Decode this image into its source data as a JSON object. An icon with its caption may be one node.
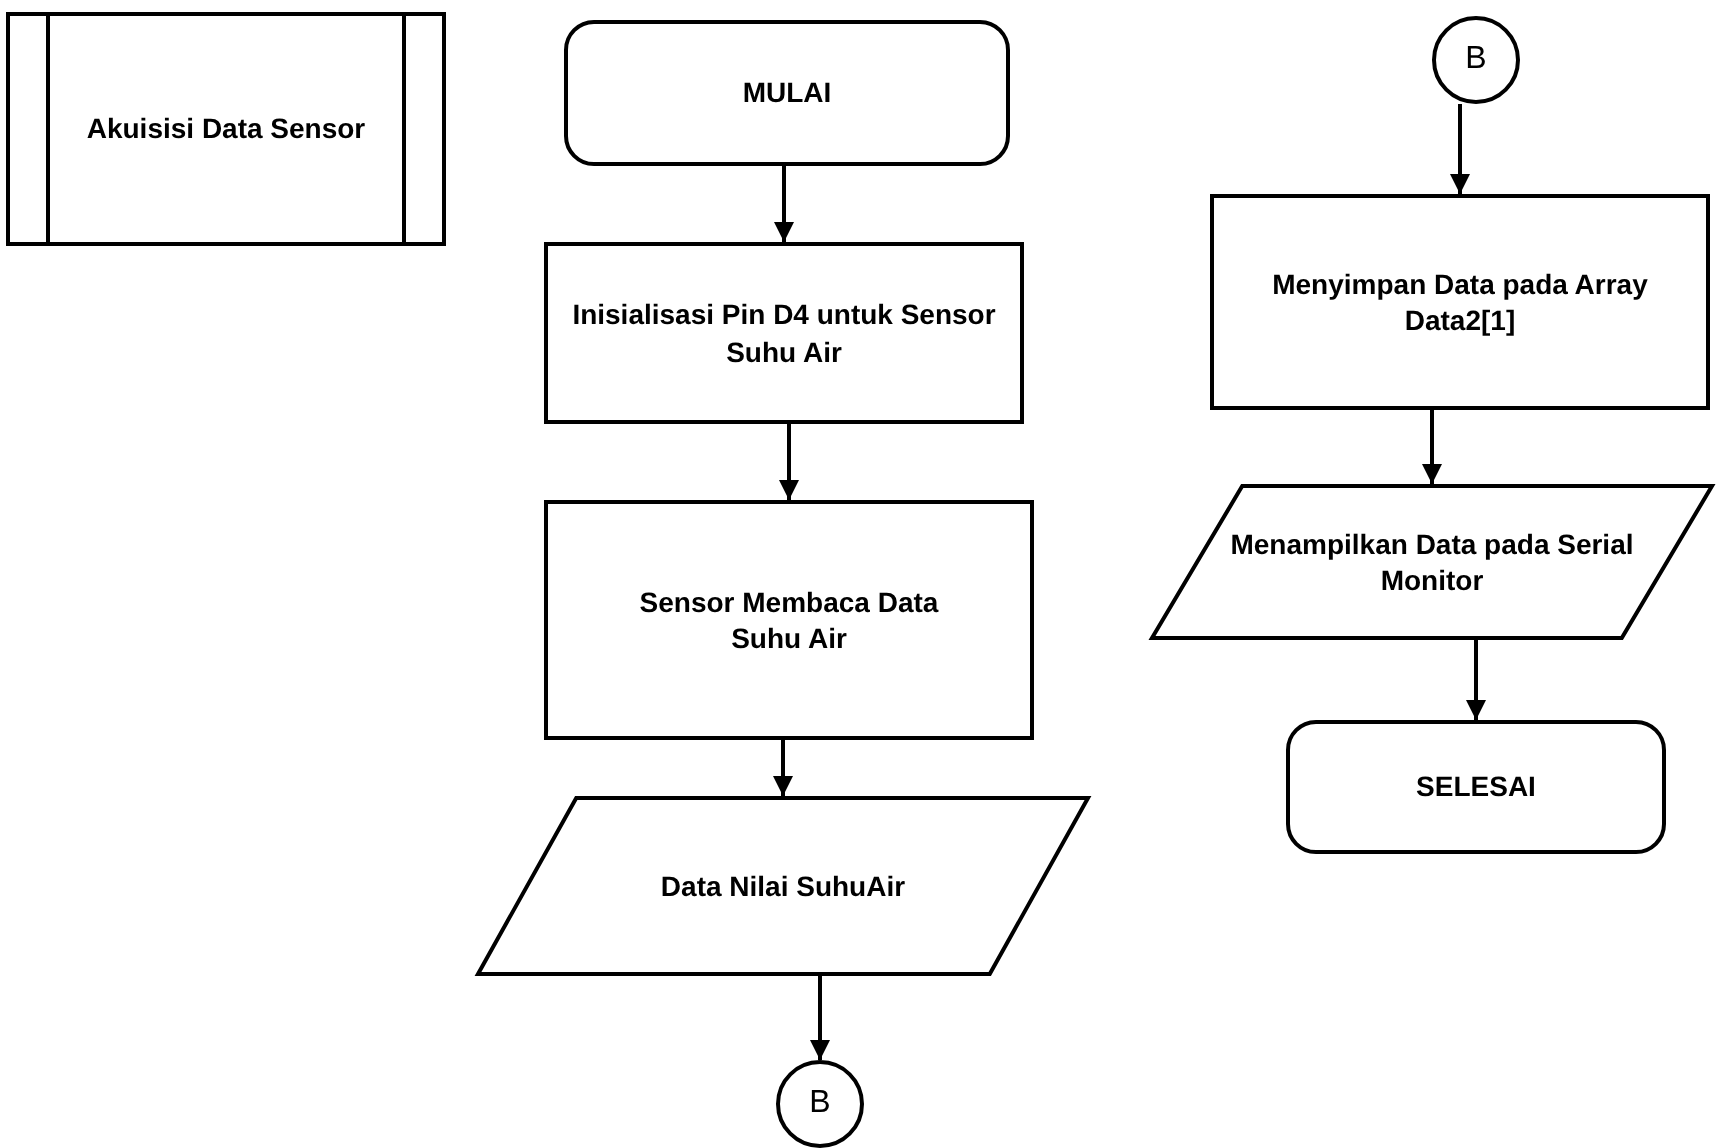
{
  "diagram": {
    "nodes": [
      {
        "text": [
          "Akuisisi Data Sensor"
        ]
      },
      {
        "text": [
          "MULAI"
        ]
      },
      {
        "text": [
          "Inisialisasi Pin D4 untuk Sensor Suhu Air"
        ]
      },
      {
        "text": [
          "Sensor Membaca Data Suhu Air"
        ]
      },
      {
        "text": [
          "Data Nilai SuhuAir"
        ]
      },
      {
        "text": [
          "B"
        ]
      },
      {
        "text": [
          "B"
        ]
      },
      {
        "text": [
          "Menyimpan Data pada Array Data2[1]"
        ]
      },
      {
        "text": [
          "Menampilkan Data pada Serial Monitor"
        ]
      },
      {
        "text": [
          "SELESAI"
        ]
      }
    ],
    "edges": [
      {
        "from": 1,
        "to": 2,
        "arrow": "to"
      },
      {
        "from": 2,
        "to": 3,
        "arrow": "to"
      },
      {
        "from": 3,
        "to": 4,
        "arrow": "to"
      },
      {
        "from": 4,
        "to": 5,
        "arrow": "to"
      },
      {
        "from": 6,
        "to": 7,
        "arrow": "to"
      },
      {
        "from": 7,
        "to": 8,
        "arrow": "to"
      },
      {
        "from": 8,
        "to": 9,
        "arrow": "to"
      }
    ]
  }
}
